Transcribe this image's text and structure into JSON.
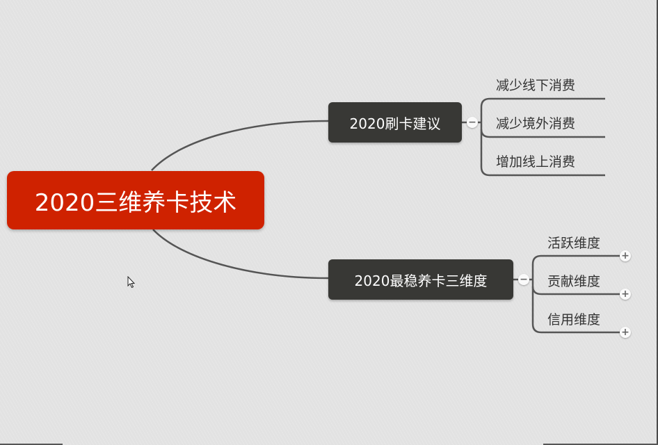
{
  "mindmap": {
    "root": {
      "label": "2020三维养卡技术",
      "color": "#cf2200"
    },
    "topics": [
      {
        "label": "2020刷卡建议",
        "collapse_icon": "minus-icon",
        "children": [
          {
            "label": "减少线下消费"
          },
          {
            "label": "减少境外消费"
          },
          {
            "label": "增加线上消费"
          }
        ]
      },
      {
        "label": "2020最稳养卡三维度",
        "collapse_icon": "minus-icon",
        "children": [
          {
            "label": "活跃维度",
            "expand_icon": "plus-icon"
          },
          {
            "label": "贡献维度",
            "expand_icon": "plus-icon"
          },
          {
            "label": "信用维度",
            "expand_icon": "plus-icon"
          }
        ]
      }
    ],
    "colors": {
      "topic_bg": "#383835",
      "line": "#555555",
      "background": "#e2e2e2"
    }
  },
  "icons": {
    "minus": "−",
    "plus": "+"
  }
}
